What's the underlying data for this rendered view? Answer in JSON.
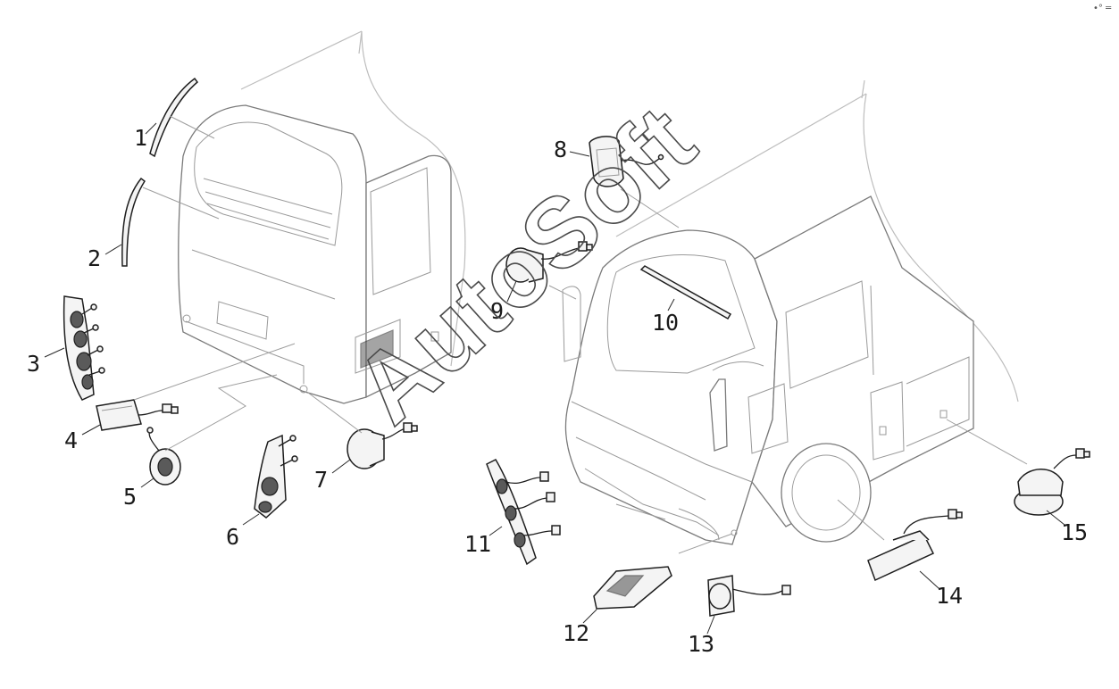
{
  "watermark": "AutoSoft",
  "corner_mark": "•° ═",
  "callouts": [
    "1",
    "2",
    "3",
    "4",
    "5",
    "6",
    "7",
    "8",
    "9",
    "10",
    "11",
    "12",
    "13",
    "14",
    "15"
  ]
}
